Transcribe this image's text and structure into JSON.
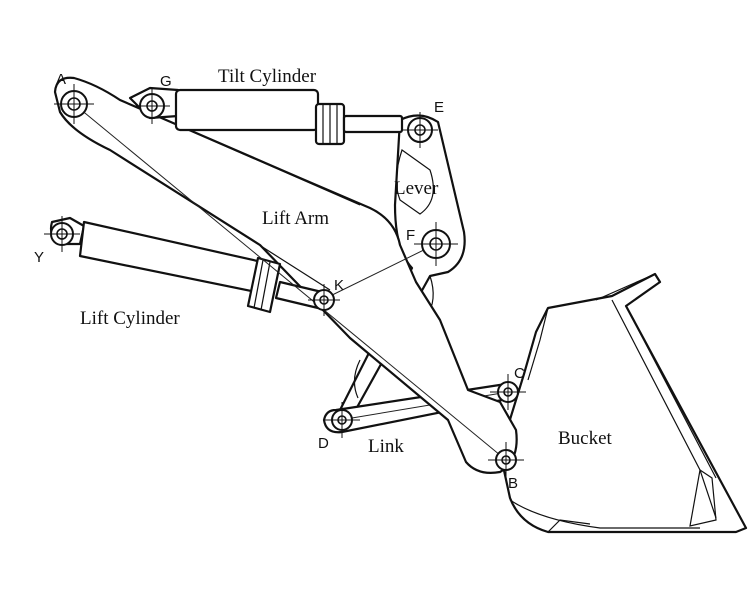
{
  "labels": {
    "tilt_cylinder": "Tilt Cylinder",
    "lever": "Lever",
    "lift_arm": "Lift Arm",
    "lift_cylinder": "Lift Cylinder",
    "link": "Link",
    "bucket": "Bucket"
  },
  "points": {
    "a": "A",
    "g": "G",
    "e": "E",
    "f": "F",
    "y": "Y",
    "k": "K",
    "c": "C",
    "d": "D",
    "b": "B"
  }
}
